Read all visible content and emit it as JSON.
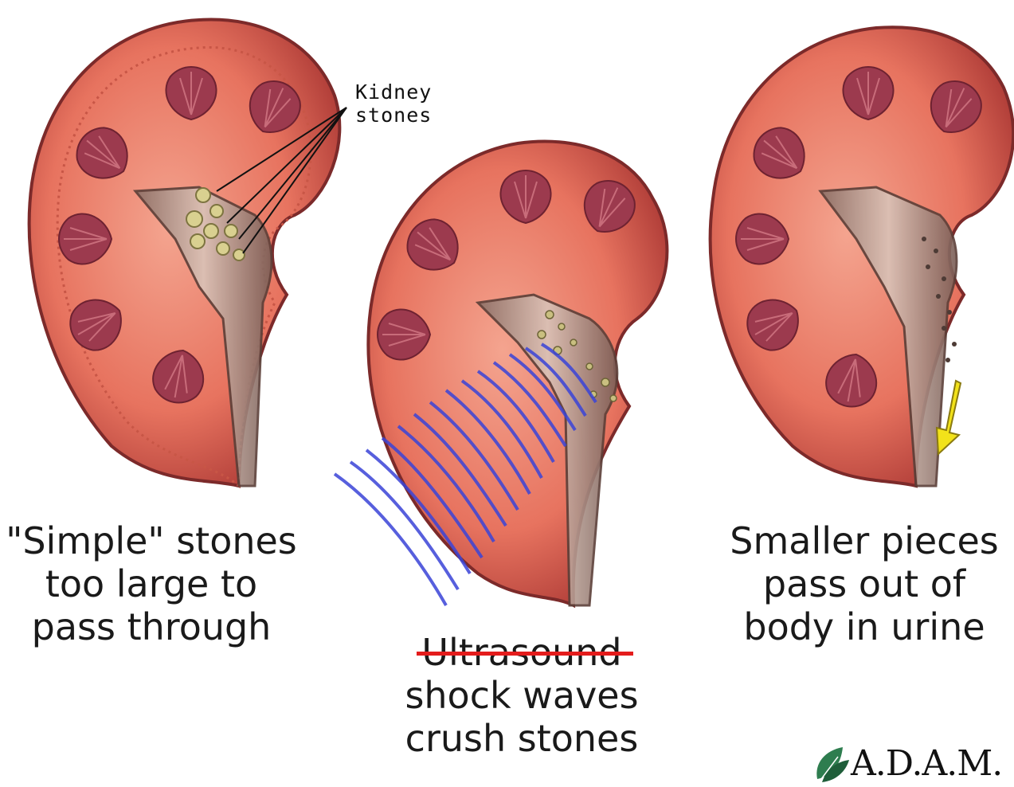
{
  "labels": {
    "kidney_stones_line1": "Kidney",
    "kidney_stones_line2": "stones"
  },
  "captions": {
    "left": [
      "\"Simple\" stones",
      "too large to",
      "pass through"
    ],
    "middle": [
      "Ultrasound",
      "shock waves",
      "crush stones"
    ],
    "right": [
      "Smaller pieces",
      "pass out of",
      "body in urine"
    ]
  },
  "logo": {
    "text": "A.D.A.M.",
    "icon": "leaf-icon"
  },
  "colors": {
    "cortex": "#e46a5e",
    "medulla": "#9c3a4e",
    "pelvis": "#b8a49a",
    "shock_wave": "#3a44d8",
    "strike": "#e41c1c",
    "arrow": "#f2e21a"
  }
}
